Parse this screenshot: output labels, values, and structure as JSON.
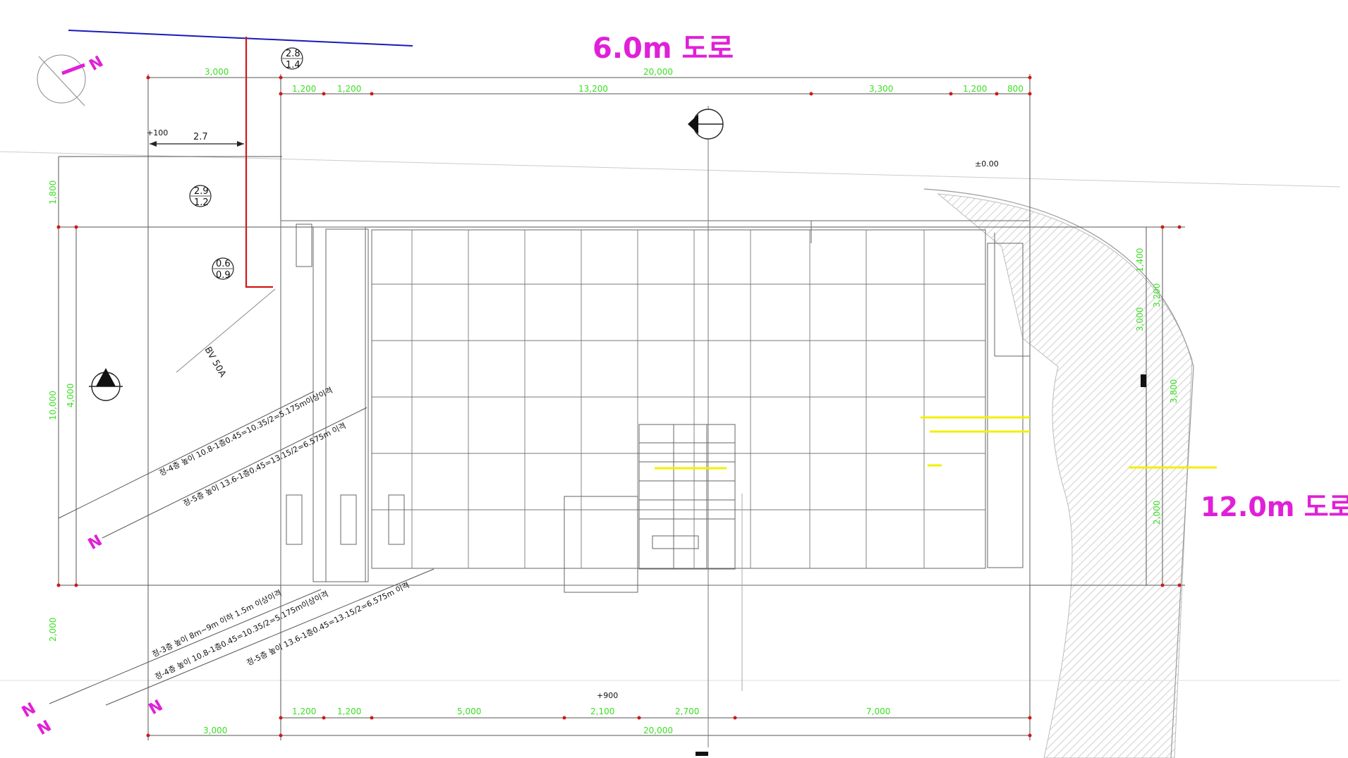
{
  "roads": {
    "top": "6.0m 도로",
    "right": "12.0m 도로"
  },
  "north_marker": "N",
  "dims": {
    "top_overall": "20,000",
    "top_left_setback": "3,000",
    "top_segments": [
      "1,200",
      "1,200",
      "13,200",
      "3,300",
      "1,200",
      "800"
    ],
    "bottom_overall": "20,000",
    "bottom_left_setback": "3,000",
    "bottom_segments": [
      "1,200",
      "1,200",
      "5,000",
      "2,100",
      "2,700",
      "7,000"
    ],
    "left_overall": "10,000",
    "left_inner": "4,000",
    "left_top": "1,800",
    "left_bottom": "2,000",
    "right_a": "1,400",
    "right_b": "3,200",
    "right_c": "3,000",
    "right_d": "2,000",
    "right_e": "3,800"
  },
  "circle_labels": [
    {
      "top": "2.8",
      "bottom": "1.4"
    },
    {
      "top": "2.9",
      "bottom": "1.2"
    },
    {
      "top": "0.6",
      "bottom": "0.9"
    }
  ],
  "measure": "2.7",
  "levels": {
    "top_left": "+100",
    "top_right": "±0.00",
    "bottom": "+900"
  },
  "pipe": "BV 50A",
  "setback_notes": [
    "정-4층 높이 10.8-1층0.45=10.35/2=5.175m이상이격",
    "정-5층 높이 13.6-1층0.45=13.15/2=6.575m 이격",
    "정-3층 높이 8m~9m 이하 1.5m 이상이격",
    "정-4층 높이 10.8-1층0.45=10.35/2=5.175m이상이격",
    "정-5층 높이 13.6-1층0.45=13.15/2=6.575m 이격"
  ],
  "colors": {
    "road": "#e020d8",
    "dimension": "#39e020",
    "boundary_blue": "#1a1ab8",
    "boundary_red": "#d01818",
    "annotation": "#f2f000",
    "grid": "#555555",
    "hatch": "#d8d8d8"
  }
}
